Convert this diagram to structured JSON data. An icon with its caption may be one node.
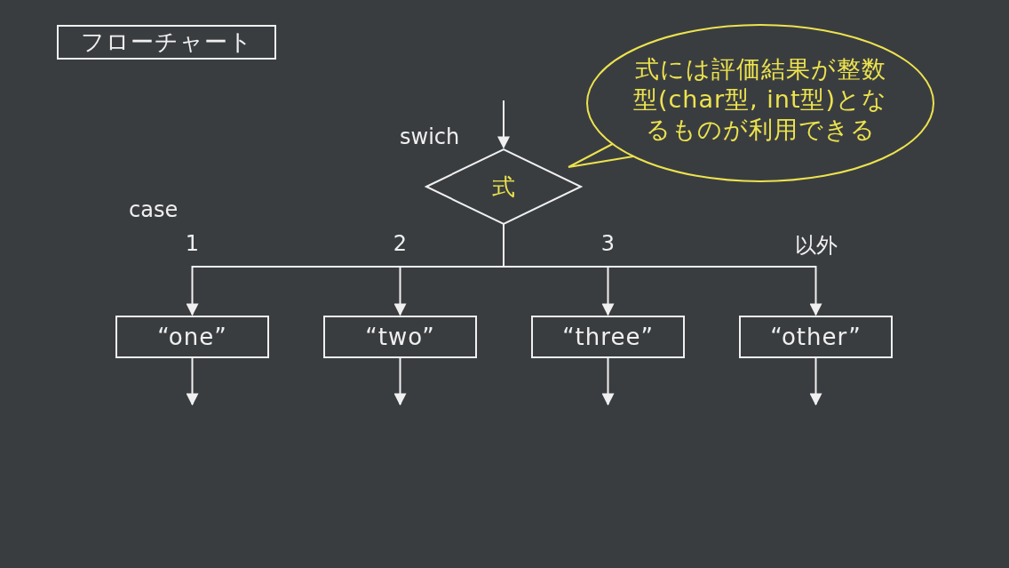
{
  "diagram": {
    "nodes": [
      {
        "text": [
          "フローチャート"
        ]
      },
      {
        "text": [
          "式"
        ],
        "beside": [
          "swich"
        ]
      },
      {
        "text": [
          "式には評価結果が整数型(char型, int型)となるものが利用できる"
        ]
      },
      {
        "text": [
          "“one”"
        ]
      },
      {
        "text": [
          "“two”"
        ]
      },
      {
        "text": [
          "“three”"
        ]
      },
      {
        "text": [
          "“other”"
        ]
      }
    ],
    "edges": [
      {
        "from": null,
        "to": 1,
        "arrow": "to"
      },
      {
        "from": 1,
        "to": 3,
        "arrow": "to",
        "label": "1"
      },
      {
        "from": 1,
        "to": 4,
        "arrow": "to",
        "label": "2"
      },
      {
        "from": 1,
        "to": 5,
        "arrow": "to",
        "label": "3"
      },
      {
        "from": 1,
        "to": 6,
        "arrow": "to",
        "label": "以外"
      },
      {
        "from": 3,
        "to": null,
        "arrow": "to"
      },
      {
        "from": 4,
        "to": null,
        "arrow": "to"
      },
      {
        "from": 5,
        "to": null,
        "arrow": "to"
      },
      {
        "from": 6,
        "to": null,
        "arrow": "to"
      }
    ],
    "labels": [
      "case"
    ]
  }
}
